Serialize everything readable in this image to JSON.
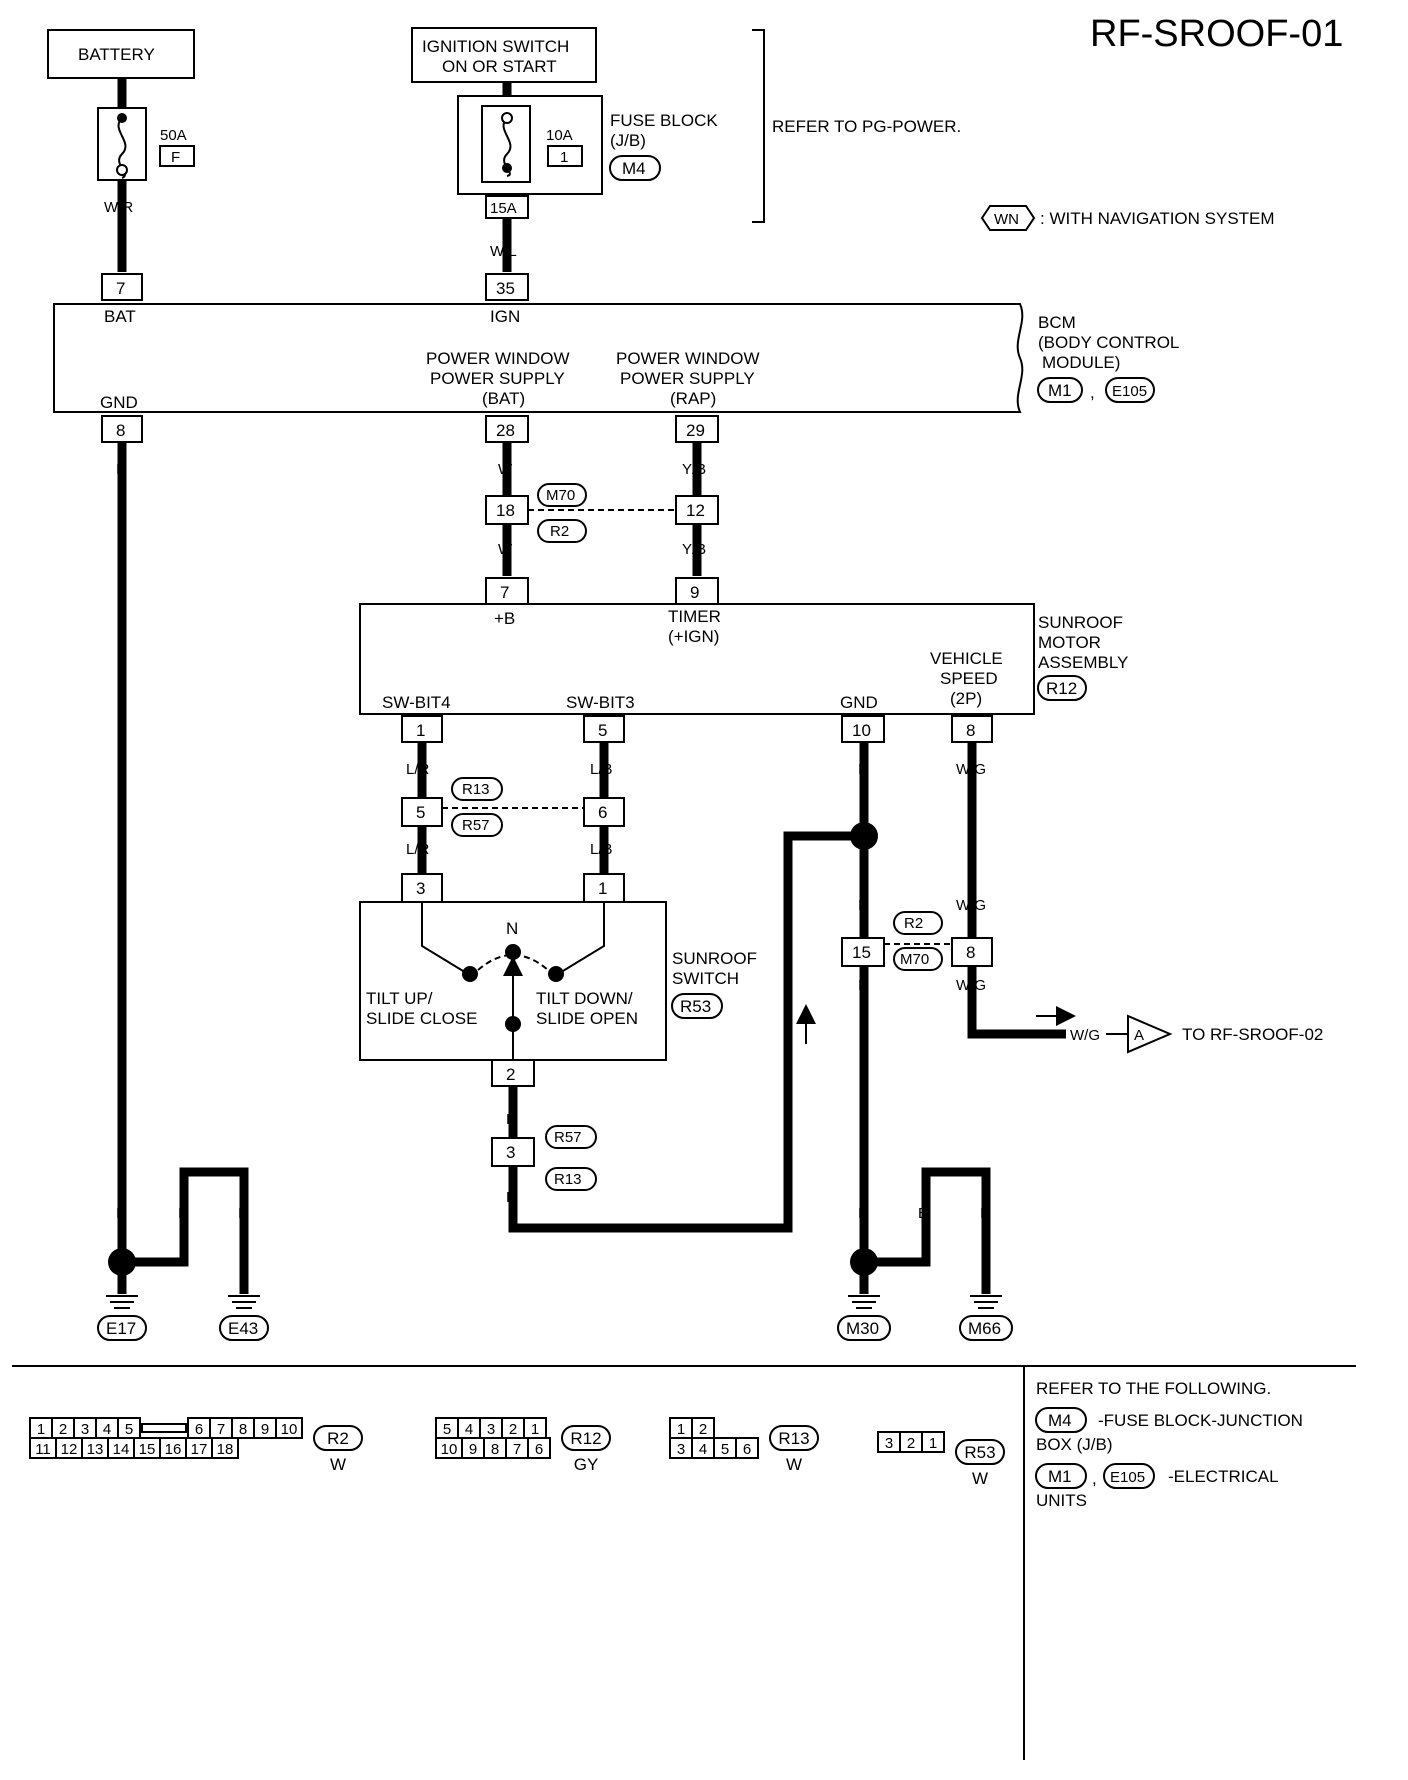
{
  "title": "RF-SROOF-01",
  "battery": {
    "label": "BATTERY",
    "fuse_rating": "50A",
    "fuse_id": "F",
    "wire": "W/R"
  },
  "ignition": {
    "label_line1": "IGNITION SWITCH",
    "label_line2": "ON OR START",
    "fuse_rating": "10A",
    "fuse_id": "1",
    "fuse_block_line1": "FUSE BLOCK",
    "fuse_block_line2": "(J/B)",
    "fuse_block_conn": "M4",
    "terminal": "15A",
    "wire": "W/L"
  },
  "refer_power": "REFER TO PG-POWER.",
  "legend": {
    "tag": "WN",
    "text": ": WITH NAVIGATION SYSTEM"
  },
  "bcm": {
    "line1": "BCM",
    "line2": "(BODY CONTROL",
    "line3": "MODULE)",
    "conn1": "M1",
    "sep": ",",
    "conn2": "E105",
    "pin_bat": "7",
    "label_bat": "BAT",
    "pin_ign": "35",
    "label_ign": "IGN",
    "pin_gnd": "8",
    "label_gnd": "GND",
    "pw_bat_line1": "POWER WINDOW",
    "pw_bat_line2": "POWER SUPPLY",
    "pw_bat_line3": "(BAT)",
    "pw_rap_line1": "POWER WINDOW",
    "pw_rap_line2": "POWER SUPPLY",
    "pw_rap_line3": "(RAP)",
    "pin_pw_bat": "28",
    "pin_pw_rap": "29"
  },
  "wires": {
    "b": "B",
    "w": "W",
    "yb": "Y/B",
    "lr": "L/R",
    "lb": "L/B",
    "wg": "W/G"
  },
  "joint1": {
    "pin_a": "18",
    "pin_b": "12",
    "conn_top": "M70",
    "conn_bottom": "R2"
  },
  "motor": {
    "line1": "SUNROOF",
    "line2": "MOTOR",
    "line3": "ASSEMBLY",
    "conn": "R12",
    "pin_b": "7",
    "label_b": "+B",
    "pin_timer": "9",
    "label_timer1": "TIMER",
    "label_timer2": "(+IGN)",
    "vs1": "VEHICLE",
    "vs2": "SPEED",
    "vs3": "(2P)",
    "pin_sw4": "1",
    "label_sw4": "SW-BIT4",
    "pin_sw3": "5",
    "label_sw3": "SW-BIT3",
    "pin_gnd": "10",
    "label_gnd": "GND",
    "pin_vs": "8"
  },
  "joint2": {
    "pin_a": "5",
    "pin_b": "6",
    "conn_top": "R13",
    "conn_bottom": "R57"
  },
  "switch": {
    "line1": "SUNROOF",
    "line2": "SWITCH",
    "conn": "R53",
    "pin_l": "3",
    "pin_r": "1",
    "pin_bottom": "2",
    "n": "N",
    "tilt_up1": "TILT UP/",
    "tilt_up2": "SLIDE CLOSE",
    "tilt_down1": "TILT DOWN/",
    "tilt_down2": "SLIDE OPEN"
  },
  "joint3": {
    "pin": "3",
    "conn_top": "R57",
    "conn_bottom": "R13"
  },
  "joint4": {
    "pin_a": "15",
    "pin_b": "8",
    "conn_top": "R2",
    "conn_bottom": "M70"
  },
  "offpage": {
    "wire": "W/G",
    "tag": "A",
    "text": "TO RF-SROOF-02"
  },
  "grounds": [
    "E17",
    "E43",
    "M30",
    "M66"
  ],
  "connectors": [
    {
      "id": "R2",
      "color": "W",
      "row1": [
        "1",
        "2",
        "3",
        "4",
        "5",
        "6",
        "7",
        "8",
        "9",
        "10"
      ],
      "row2": [
        "11",
        "12",
        "13",
        "14",
        "15",
        "16",
        "17",
        "18"
      ]
    },
    {
      "id": "R12",
      "color": "GY",
      "row1": [
        "5",
        "4",
        "3",
        "2",
        "1"
      ],
      "row2": [
        "10",
        "9",
        "8",
        "7",
        "6"
      ]
    },
    {
      "id": "R13",
      "color": "W",
      "row1": [
        "1",
        "2"
      ],
      "row2": [
        "3",
        "4",
        "5",
        "6"
      ]
    },
    {
      "id": "R53",
      "color": "W",
      "row1": [
        "3",
        "2",
        "1"
      ]
    }
  ],
  "refer_following": {
    "heading": "REFER TO THE FOLLOWING.",
    "m4": "M4",
    "m4_text1": "-FUSE BLOCK-JUNCTION",
    "m4_text2": "BOX (J/B)",
    "m1": "M1",
    "sep": ",",
    "e105": "E105",
    "m1_text1": "-ELECTRICAL",
    "m1_text2": "UNITS"
  }
}
